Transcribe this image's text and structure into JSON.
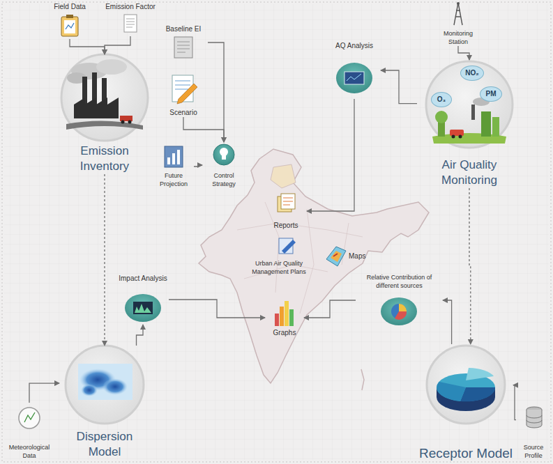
{
  "diagram": {
    "nodes": [
      {
        "text": [
          "Field Data"
        ]
      },
      {
        "text": [
          "Emission Factor"
        ]
      },
      {
        "text": [
          "Emission Inventory"
        ]
      },
      {
        "text": [
          "Baseline EI"
        ]
      },
      {
        "text": [
          "Scenario"
        ]
      },
      {
        "text": [
          "Future Projection"
        ]
      },
      {
        "text": [
          "Control Strategy"
        ]
      },
      {
        "text": [
          "Monitoring Station"
        ]
      },
      {
        "text": [
          "AQ Analysis"
        ]
      },
      {
        "text": [
          "Air Quality Monitoring"
        ]
      },
      {
        "text": [
          "NO₂"
        ],
        "in": 9
      },
      {
        "text": [
          "O₃"
        ],
        "in": 9
      },
      {
        "text": [
          "PM"
        ],
        "in": 9
      },
      {
        "text": [
          "Reports"
        ]
      },
      {
        "text": [
          "Urban Air Quality Management Plans"
        ]
      },
      {
        "text": [
          "Maps"
        ]
      },
      {
        "text": [
          "Impact Analysis"
        ]
      },
      {
        "text": [
          "Relative Contribution of different sources"
        ]
      },
      {
        "text": [
          "Graphs"
        ]
      },
      {
        "text": [
          "Dispersion Model"
        ]
      },
      {
        "text": [
          "Meteorological Data"
        ]
      },
      {
        "text": [
          "Receptor Model"
        ]
      },
      {
        "text": [
          "Source Profile"
        ]
      }
    ],
    "edges": [
      {
        "from": 0,
        "to": 2,
        "arrow": "to"
      },
      {
        "from": 1,
        "to": 2,
        "arrow": "to"
      },
      {
        "from": 3,
        "to": 6,
        "arrow": "to"
      },
      {
        "from": 4,
        "to": 6,
        "arrow": "to"
      },
      {
        "from": 5,
        "to": 6,
        "arrow": "to"
      },
      {
        "from": 2,
        "to": 19,
        "arrow": "to"
      },
      {
        "from": 20,
        "to": 19,
        "arrow": "to"
      },
      {
        "from": 19,
        "to": 16,
        "arrow": "to"
      },
      {
        "from": 16,
        "to": 18,
        "arrow": "to"
      },
      {
        "from": 7,
        "to": 9,
        "arrow": "to"
      },
      {
        "from": 9,
        "to": 8,
        "arrow": "to"
      },
      {
        "from": 8,
        "to": 13,
        "arrow": "to"
      },
      {
        "from": 9,
        "to": 21,
        "arrow": "to"
      },
      {
        "from": 22,
        "to": 21,
        "arrow": "to"
      },
      {
        "from": 21,
        "to": 17,
        "arrow": "to"
      },
      {
        "from": 17,
        "to": 18,
        "arrow": "to"
      }
    ]
  }
}
